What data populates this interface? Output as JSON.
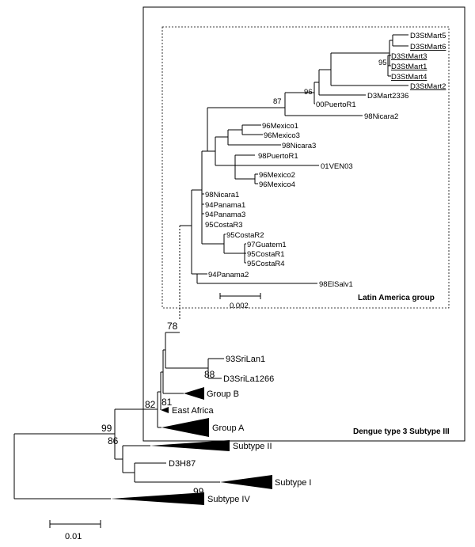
{
  "inset": {
    "leaves": {
      "d3stmart5": "D3StMart5",
      "d3stmart6": "D3StMart6",
      "d3stmart3": "D3StMart3",
      "d3stmart1": "D3StMart1",
      "d3stmart4": "D3StMart4",
      "d3stmart2": "D3StMart2",
      "d3mart2336": "D3Mart2336",
      "puertor1_00": "00PuertoR1",
      "nicara2_98": "98Nicara2",
      "mexico1_96": "96Mexico1",
      "mexico3_96": "96Mexico3",
      "nicara3_98": "98Nicara3",
      "puertor1_98": "98PuertoR1",
      "ven03_01": "01VEN03",
      "mexico2_96": "96Mexico2",
      "mexico4_96": "96Mexico4",
      "nicara1_98": "98Nicara1",
      "panama1_94": "94Panama1",
      "panama3_94": "94Panama3",
      "costar3_95": "95CostaR3",
      "costar2_95": "95CostaR2",
      "guatem1_97": "97Guatem1",
      "costar1_95": "95CostaR1",
      "costar4_95": "95CostaR4",
      "panama2_94": "94Panama2",
      "elsalv1_98": "98ElSalv1"
    },
    "bootstrap": {
      "b95": "95",
      "b96": "96",
      "b87": "87"
    },
    "scale_label": "0.002",
    "group_label": "Latin America group"
  },
  "main": {
    "leaves": {
      "srilan1_93": "93SriLan1",
      "d3srila1266": "D3SriLa1266",
      "group_b": "Group B",
      "east_africa": "East Africa",
      "group_a": "Group A",
      "subtype_ii": "Subtype II",
      "d3h87": "D3H87",
      "subtype_i": "Subtype I",
      "subtype_iv": "Subtype IV"
    },
    "bootstrap": {
      "b78": "78",
      "b88": "88",
      "b81": "81",
      "b82": "82",
      "b86": "86",
      "b99a": "99",
      "b99b": "99"
    },
    "box_label": "Dengue type 3 Subtype III",
    "scale_label": "0.01"
  }
}
